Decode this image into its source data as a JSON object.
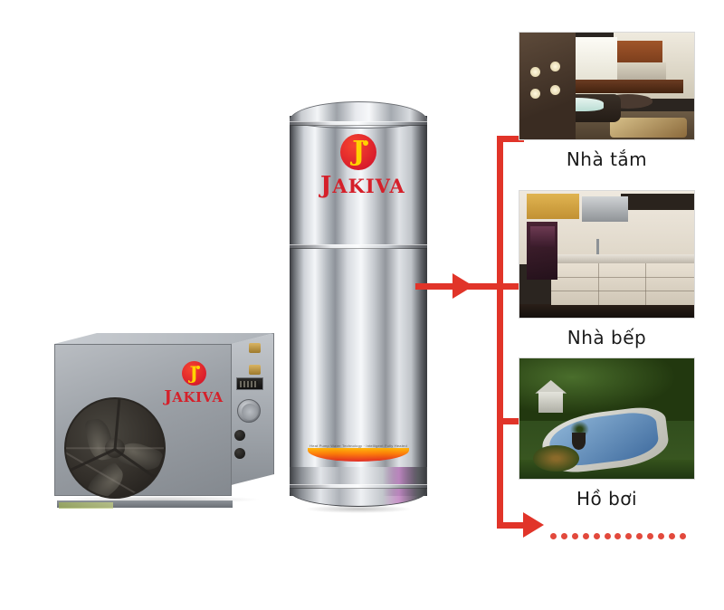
{
  "diagram": {
    "title": "JAKIVA heat pump water heater application diagram",
    "brand": {
      "wordmark_initial": "J",
      "wordmark_rest": "AKIVA",
      "logo_circle_color": "#d6192b",
      "logo_letter_color": "#ffd400",
      "wordmark_color": "#d5202a"
    },
    "connector": {
      "color": "#e13429",
      "dot_color": "#e2493c",
      "dot_count": 13
    },
    "equipment": {
      "heat_pump": {
        "name": "heat-pump-outdoor-unit",
        "logo_initial": "J",
        "logo_rest": "AKIVA",
        "parts": [
          "fan-grille",
          "control-display",
          "pressure-gauge",
          "water-ports",
          "pipe-fittings"
        ]
      },
      "storage_tank": {
        "name": "stainless-water-storage-tank",
        "logo_initial": "J",
        "logo_rest": "AKIVA",
        "band_caption": "Heat Pump Water Technology · Intelligent Fully Heated"
      }
    },
    "applications": [
      {
        "id": "bathroom",
        "label": "Nhà tắm",
        "photo_name": "bathroom-photo"
      },
      {
        "id": "kitchen",
        "label": "Nhà bếp",
        "photo_name": "kitchen-photo"
      },
      {
        "id": "pool",
        "label": "Hồ bơi",
        "photo_name": "swimming-pool-photo"
      }
    ]
  }
}
